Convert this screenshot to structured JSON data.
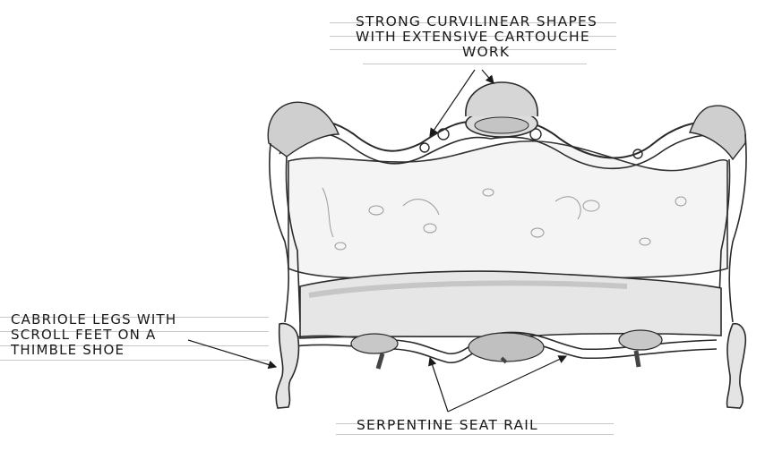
{
  "drawing": {
    "subject": "Victorian Rococo Revival sofa pencil sketch",
    "stroke_color": "#2a2a2a",
    "shade_color": "#8a8a8a",
    "paper_color": "#ffffff"
  },
  "annotations": {
    "top": {
      "line1": "STRONG CURVILINEAR SHAPES",
      "line2": "WITH EXTENSIVE CARTOUCHE",
      "line3": "WORK"
    },
    "left": {
      "line1": "CABRIOLE LEGS WITH",
      "line2": "SCROLL FEET ON A",
      "line3": "THIMBLE SHOE"
    },
    "bottom": {
      "line1": "SERPENTINE SEAT RAIL"
    }
  }
}
